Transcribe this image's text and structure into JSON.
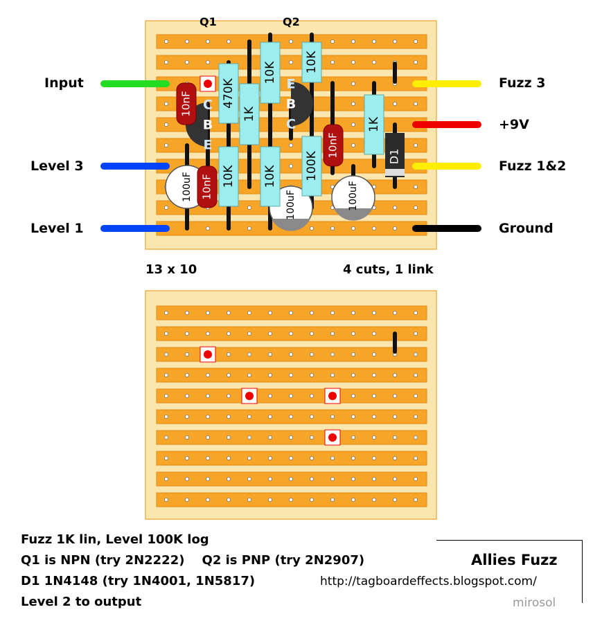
{
  "layout_top": {
    "q1_label": "Q1",
    "q2_label": "Q2",
    "left_labels": [
      "Input",
      "Level 3",
      "Level 1"
    ],
    "right_labels": [
      "Fuzz 3",
      "+9V",
      "Fuzz 1&2",
      "Ground"
    ],
    "size_label": "13 x 10",
    "cuts_label": "4 cuts, 1 link"
  },
  "components": {
    "resistors": [
      "470K",
      "1K",
      "10K",
      "10K",
      "10K",
      "10K",
      "100K",
      "1K"
    ],
    "caps_film": [
      "10nF",
      "10nF",
      "10nF"
    ],
    "caps_elec": [
      "100uF",
      "100uF",
      "100uF"
    ],
    "diode": "D1",
    "q1_pins": [
      "C",
      "B",
      "E"
    ],
    "q2_pins": [
      "E",
      "B",
      "C"
    ]
  },
  "notes": [
    "Fuzz 1K lin, Level 100K log",
    "Q1 is NPN (try 2N2222)    Q2 is PNP (try 2N2907)",
    "D1 1N4148 (try 1N4001, 1N5817)",
    "Level 2 to output"
  ],
  "credit": {
    "title": "Allies Fuzz",
    "url": "http://tagboardeffects.blogspot.com/",
    "author": "mirosol"
  },
  "colors": {
    "board": "#fce6b0",
    "strip": "#f7a526",
    "wire_green": "#22dd22",
    "wire_blue": "#0044ff",
    "wire_yellow": "#ffee00",
    "wire_red": "#ee0000",
    "wire_black": "#000000",
    "resistor": "#9ceeee",
    "film_cap": "#b01010",
    "cut": "#ee0000"
  }
}
